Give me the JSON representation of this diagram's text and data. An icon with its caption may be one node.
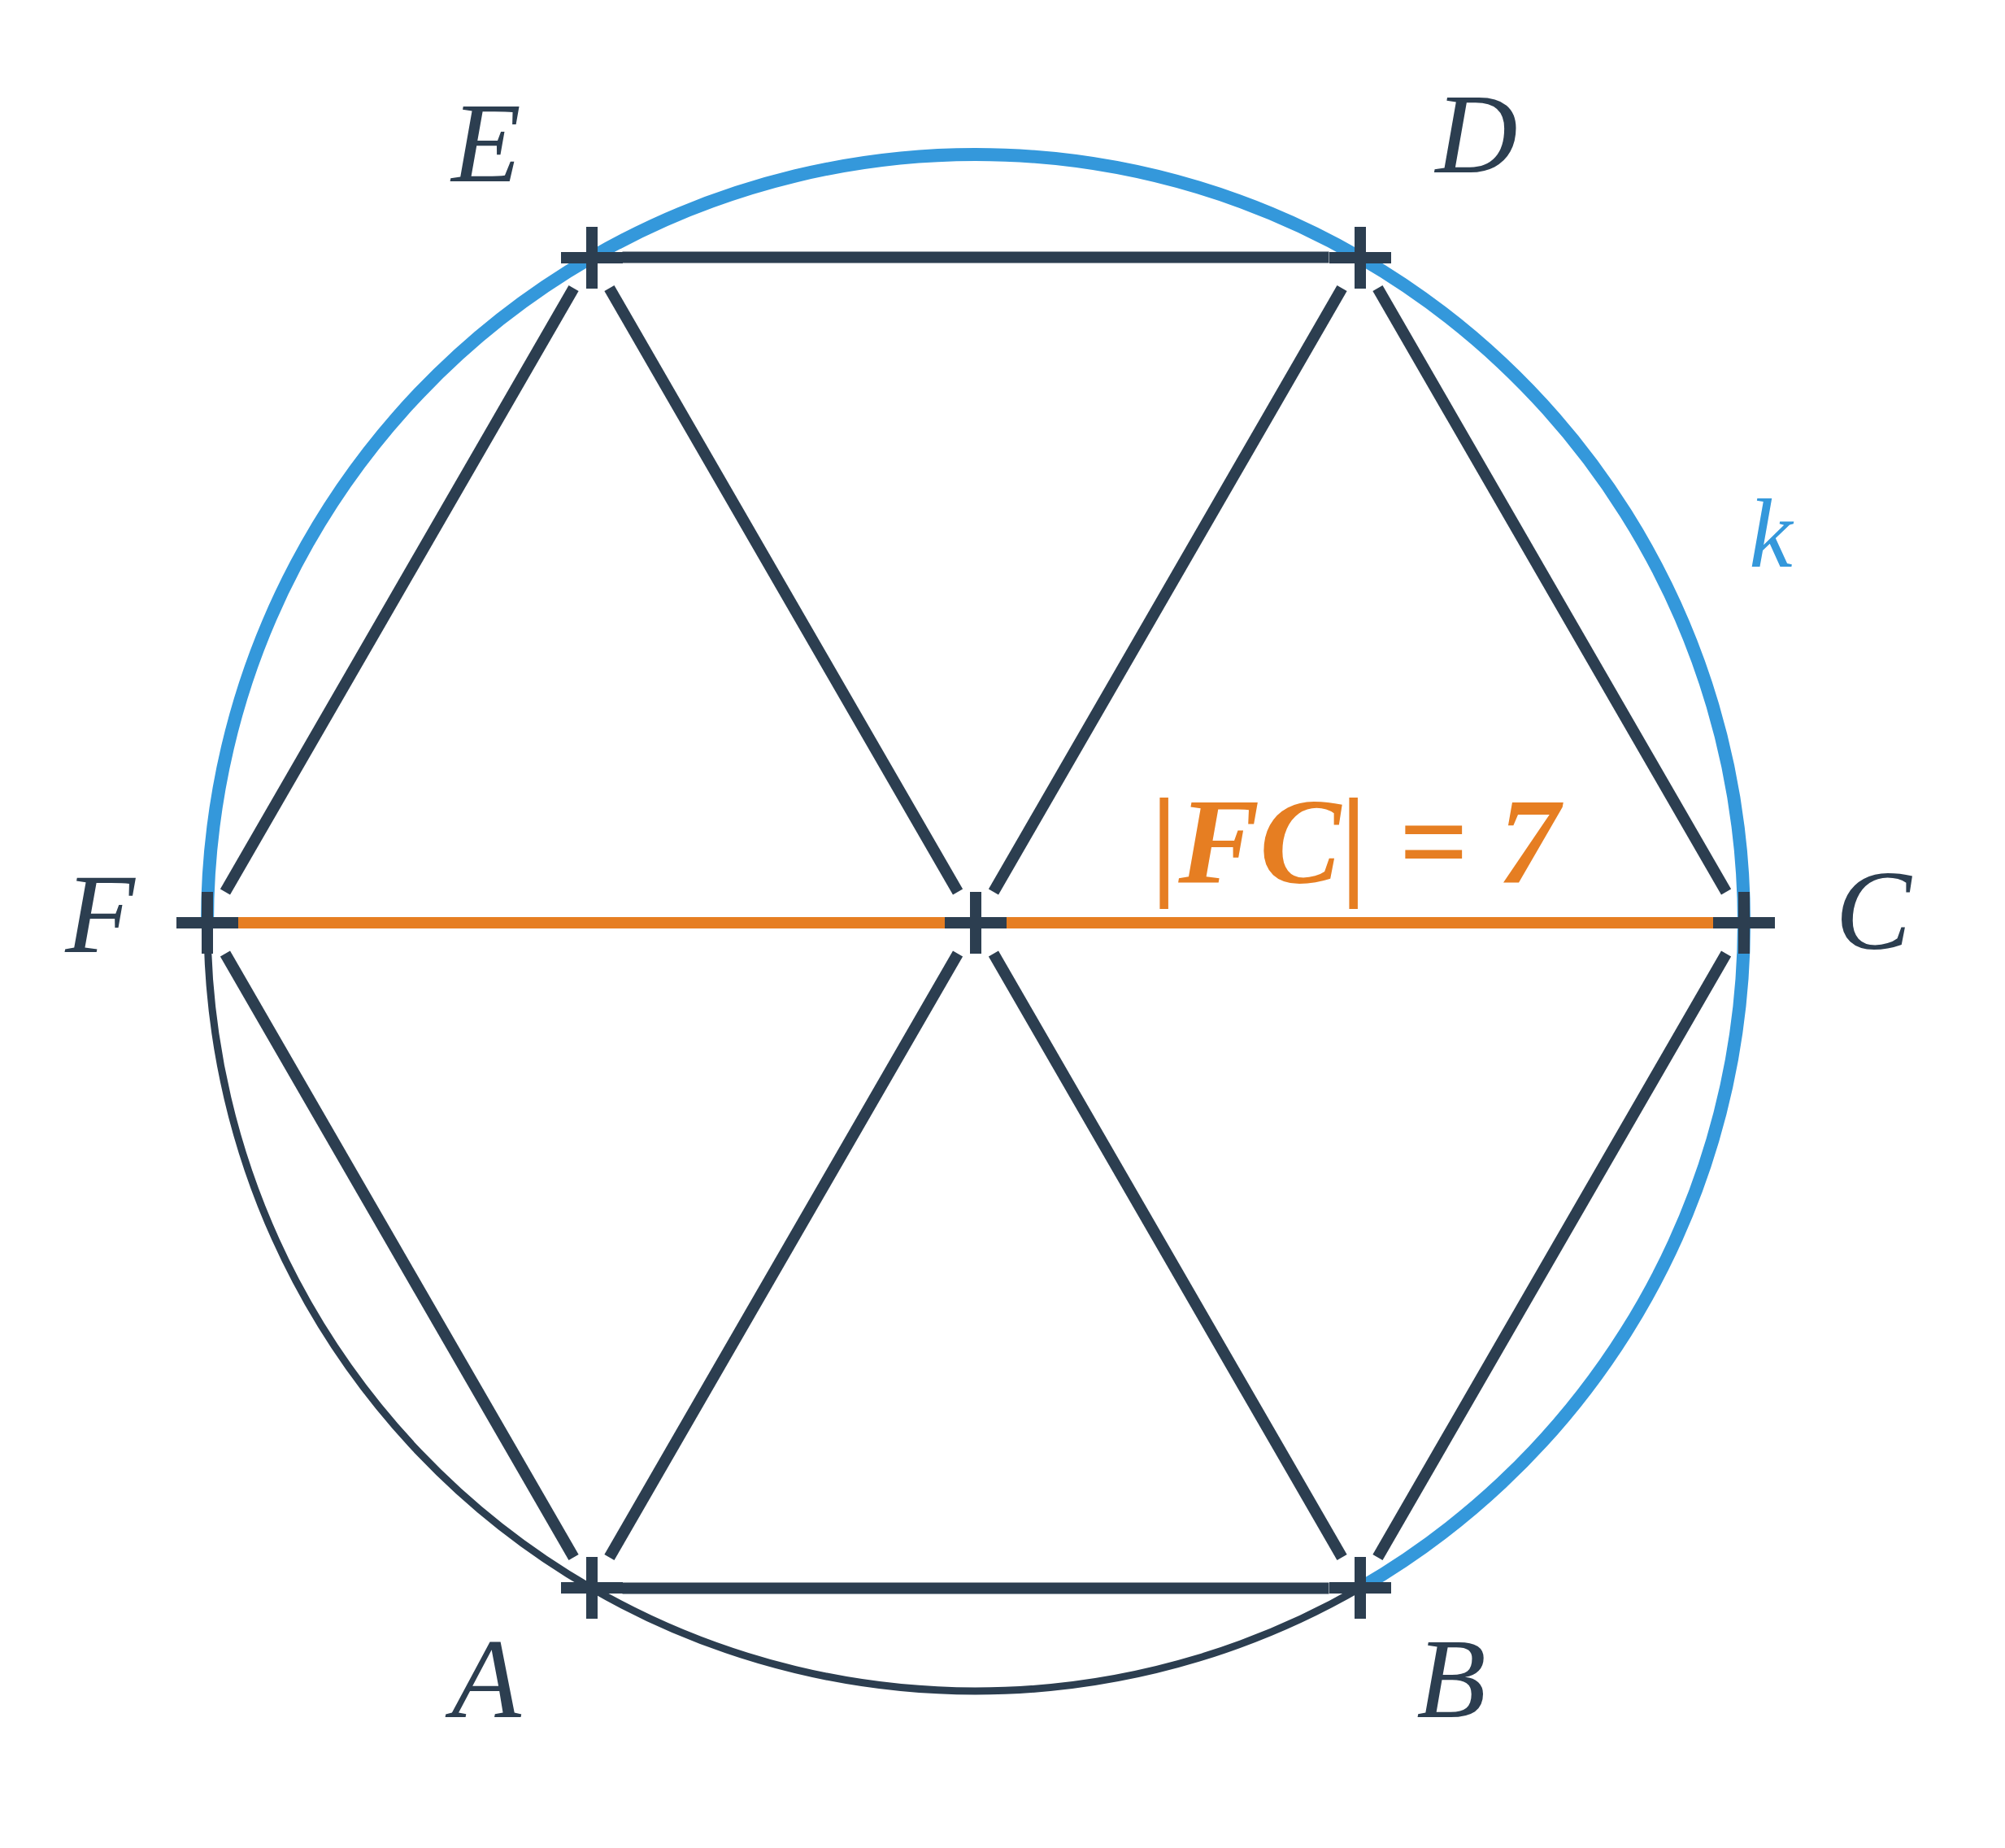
{
  "diagram": {
    "nodes": [
      {
        "text": [],
        "shape": "cross",
        "beside": [
          "E"
        ]
      },
      {
        "text": [],
        "shape": "cross",
        "beside": [
          "D"
        ]
      },
      {
        "text": [],
        "shape": "cross",
        "beside": [
          "F"
        ]
      },
      {
        "text": [],
        "shape": "cross"
      },
      {
        "text": [],
        "shape": "cross",
        "beside": [
          "C"
        ]
      },
      {
        "text": [],
        "shape": "cross",
        "beside": [
          "A"
        ]
      },
      {
        "text": [],
        "shape": "cross",
        "beside": [
          "B"
        ]
      }
    ],
    "edges": [
      {
        "from": 0,
        "to": 1,
        "arrow": "none"
      },
      {
        "from": 0,
        "to": 3,
        "arrow": "none"
      },
      {
        "from": 1,
        "to": 3,
        "arrow": "none"
      },
      {
        "from": 0,
        "to": 2,
        "arrow": "none"
      },
      {
        "from": 1,
        "to": 4,
        "arrow": "none"
      },
      {
        "from": 2,
        "to": 3,
        "arrow": "none",
        "color": "#e67e22"
      },
      {
        "from": 3,
        "to": 4,
        "arrow": "none",
        "color": "#e67e22"
      },
      {
        "from": 2,
        "to": 5,
        "arrow": "none"
      },
      {
        "from": 3,
        "to": 5,
        "arrow": "none"
      },
      {
        "from": 3,
        "to": 6,
        "arrow": "none"
      },
      {
        "from": 4,
        "to": 6,
        "arrow": "none"
      },
      {
        "from": 5,
        "to": 6,
        "arrow": "none"
      }
    ],
    "labels": [
      "k",
      "|FC| = 7"
    ]
  }
}
